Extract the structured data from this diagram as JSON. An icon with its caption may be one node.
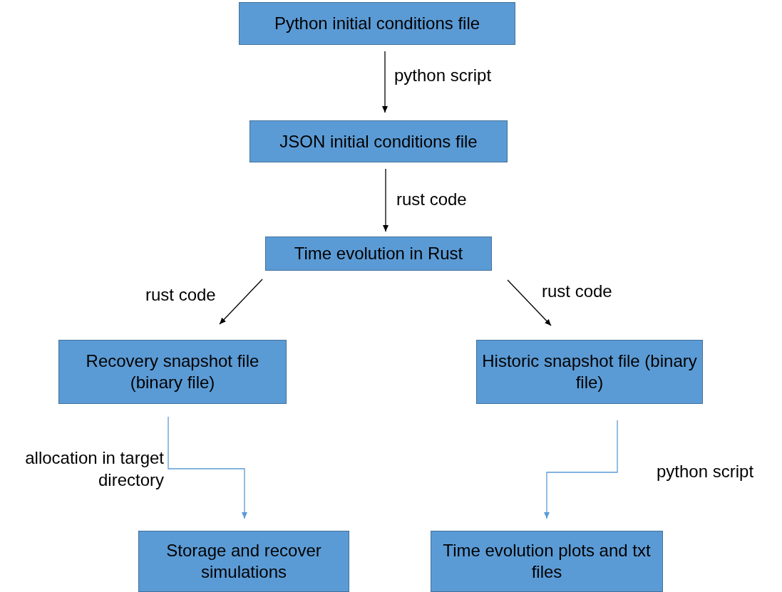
{
  "diagram": {
    "nodes": [
      {
        "text": [
          "Python initial conditions file"
        ]
      },
      {
        "text": [
          "JSON initial conditions file"
        ]
      },
      {
        "text": [
          "Time evolution in Rust"
        ]
      },
      {
        "text": [
          "Recovery snapshot file (binary file)"
        ]
      },
      {
        "text": [
          "Historic snapshot file (binary file)"
        ]
      },
      {
        "text": [
          "Storage and recover simulations"
        ]
      },
      {
        "text": [
          "Time evolution plots and txt files"
        ]
      }
    ],
    "edges": [
      {
        "from": 0,
        "to": 1,
        "arrow": "to",
        "label": "python script"
      },
      {
        "from": 1,
        "to": 2,
        "arrow": "to",
        "label": "rust code"
      },
      {
        "from": 2,
        "to": 3,
        "arrow": "to",
        "label": "rust code"
      },
      {
        "from": 2,
        "to": 4,
        "arrow": "to",
        "label": "rust code"
      },
      {
        "from": 3,
        "to": 5,
        "arrow": "to",
        "label": "allocation in target directory",
        "color": "#5b9bd5"
      },
      {
        "from": 4,
        "to": 6,
        "arrow": "to",
        "label": "python script",
        "color": "#5b9bd5"
      }
    ]
  }
}
